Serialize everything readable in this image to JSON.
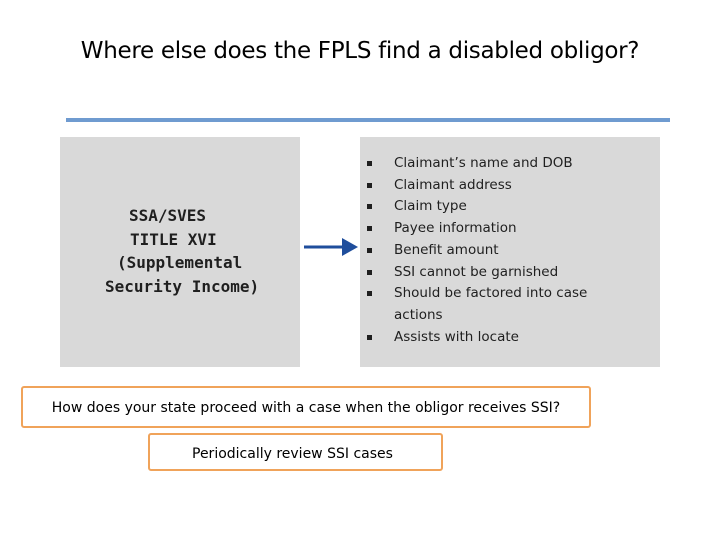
{
  "slide": {
    "title": "Where else does the FPLS find a disabled obligor?",
    "left_box": {
      "lines": [
        "SSA/SVES",
        "TITLE XVI",
        "(Supplemental",
        "Security Income)"
      ]
    },
    "bullets": [
      "Claimant’s name and DOB",
      "Claimant address",
      "Claim type",
      "Payee information",
      "Benefit amount",
      "SSI cannot be garnished",
      "Should be factored into case actions",
      "Assists with locate"
    ],
    "question": "How does your state proceed with a case when the obligor receives SSI?",
    "answer": "Periodically review  SSI cases",
    "colors": {
      "rule": "#6f9bd0",
      "panel": "#d9d9d9",
      "arrow": "#1f4e9c",
      "box_border": "#f0a35a"
    },
    "icons": {
      "arrow": "right-arrow-icon",
      "bullet": "square-bullet-icon"
    }
  }
}
